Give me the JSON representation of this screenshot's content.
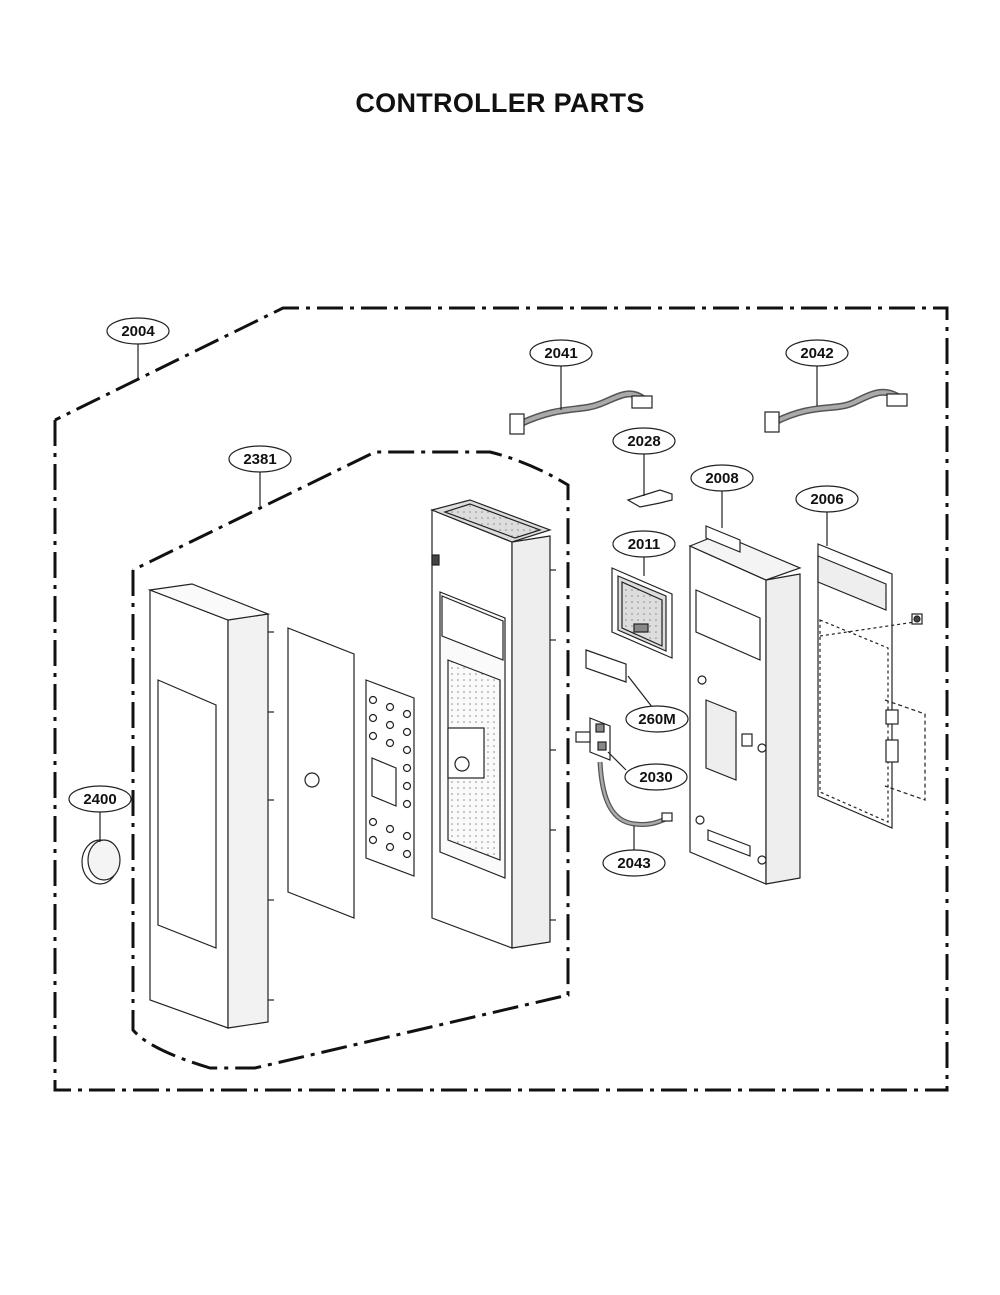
{
  "title": "CONTROLLER PARTS",
  "callouts": {
    "c2004": "2004",
    "c2041": "2041",
    "c2042": "2042",
    "c2028": "2028",
    "c2008": "2008",
    "c2006": "2006",
    "c2381": "2381",
    "c2011": "2011",
    "c260M": "260M",
    "c2030": "2030",
    "c2400": "2400",
    "c2043": "2043"
  }
}
